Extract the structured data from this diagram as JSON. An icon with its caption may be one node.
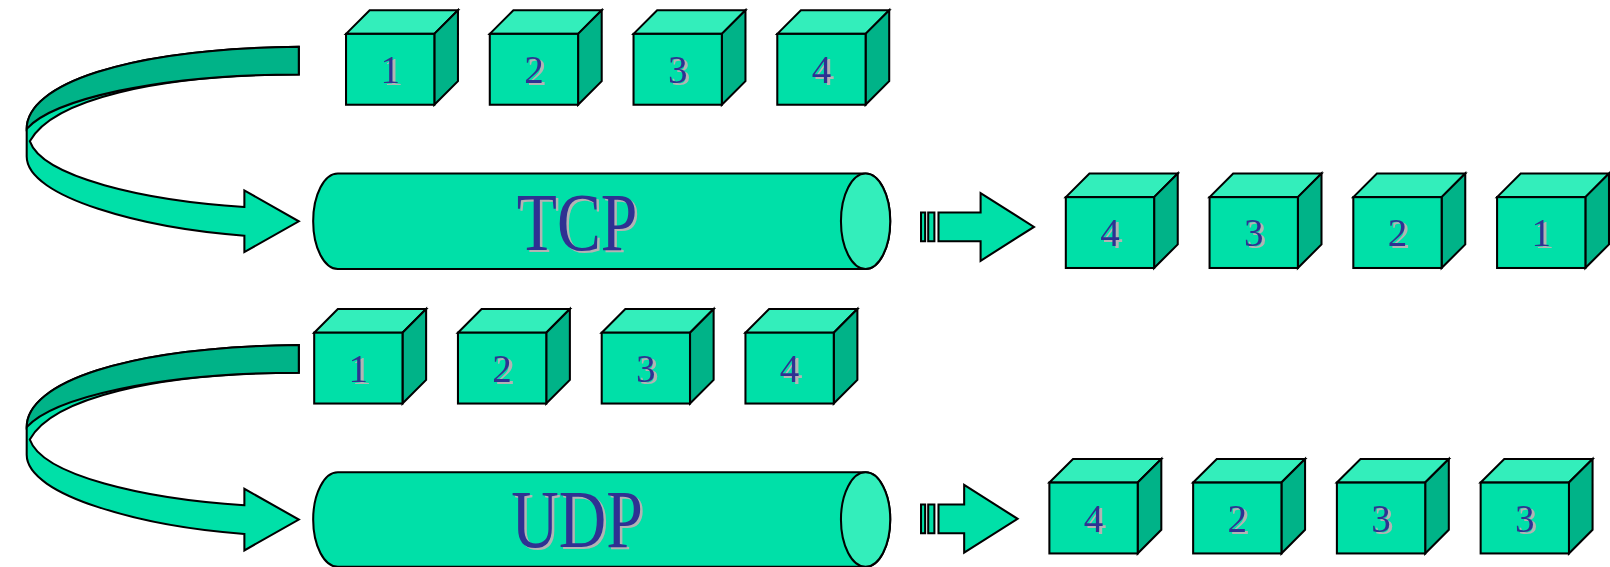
{
  "diagram": {
    "nodes": [
      {
        "text": [
          "1"
        ]
      },
      {
        "text": [
          "2"
        ]
      },
      {
        "text": [
          "3"
        ]
      },
      {
        "text": [
          "4"
        ]
      },
      {
        "text": [
          "TCP"
        ]
      },
      {
        "text": [
          "4"
        ]
      },
      {
        "text": [
          "3"
        ]
      },
      {
        "text": [
          "2"
        ]
      },
      {
        "text": [
          "1"
        ]
      },
      {
        "text": [
          "1"
        ]
      },
      {
        "text": [
          "2"
        ]
      },
      {
        "text": [
          "3"
        ]
      },
      {
        "text": [
          "4"
        ]
      },
      {
        "text": [
          "UDP"
        ]
      },
      {
        "text": [
          "4"
        ]
      },
      {
        "text": [
          "2"
        ]
      },
      {
        "text": [
          "3"
        ]
      },
      {
        "text": [
          "3"
        ]
      }
    ],
    "edges": [
      {
        "from": null,
        "to": 4,
        "arrow": "to"
      },
      {
        "from": 4,
        "to": 5,
        "arrow": "to"
      },
      {
        "from": null,
        "to": 13,
        "arrow": "to"
      },
      {
        "from": 13,
        "to": 14,
        "arrow": "to"
      }
    ]
  }
}
